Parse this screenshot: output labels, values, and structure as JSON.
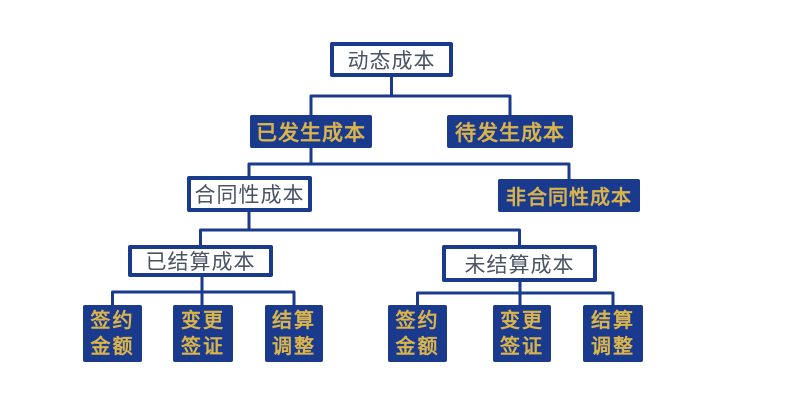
{
  "colors": {
    "navy": "#1a3a8e",
    "gold": "#d9b34c",
    "outline_box_text": "#4a5264",
    "background": "#ffffff"
  },
  "diagram": {
    "type": "tree",
    "nodes": {
      "dynamic": "动态成本",
      "incurred": "已发生成本",
      "pending": "待发生成本",
      "contractual": "合同性成本",
      "non_contractual": "非合同性成本",
      "settled": "已结算成本",
      "unsettled": "未结算成本",
      "settled_children": [
        "签约\n金额",
        "变更\n签证",
        "结算\n调整"
      ],
      "unsettled_children": [
        "签约\n金额",
        "变更\n签证",
        "结算\n调整"
      ]
    },
    "edges": [
      {
        "from": "动态成本",
        "to": [
          "已发生成本",
          "待发生成本"
        ]
      },
      {
        "from": "已发生成本",
        "to": [
          "合同性成本",
          "非合同性成本"
        ]
      },
      {
        "from": "合同性成本",
        "to": [
          "已结算成本",
          "未结算成本"
        ]
      },
      {
        "from": "已结算成本",
        "to": [
          "签约金额",
          "变更签证",
          "结算调整"
        ]
      },
      {
        "from": "未结算成本",
        "to": [
          "签约金额",
          "变更签证",
          "结算调整"
        ]
      }
    ]
  }
}
